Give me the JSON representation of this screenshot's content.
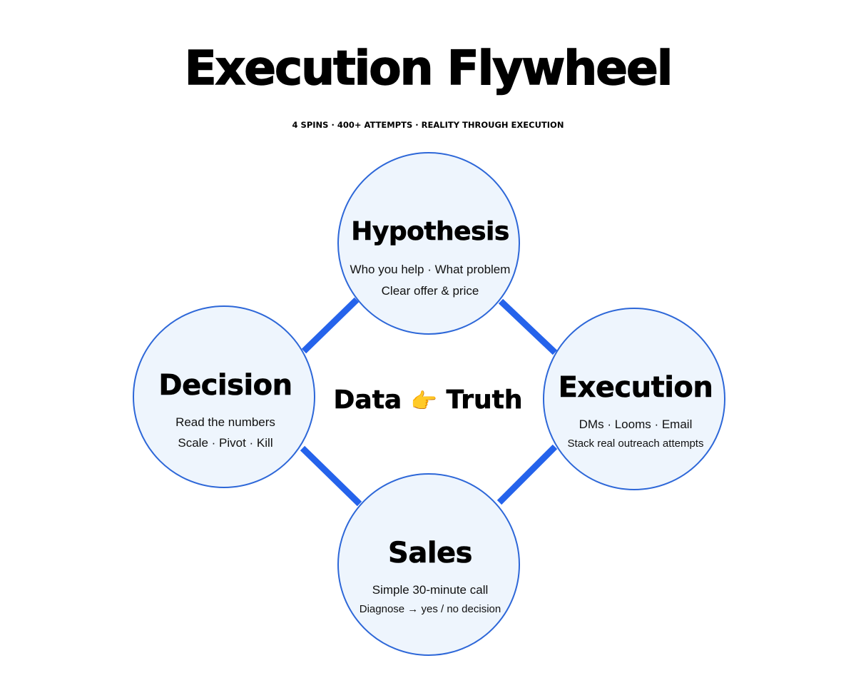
{
  "title": "Execution Flywheel",
  "subtitle": "4 SPINS · 400+ ATTEMPTS · REALITY THROUGH EXECUTION",
  "colors": {
    "node_fill": "#eef5fd",
    "node_border": "#2d67d8",
    "connector": "#2563eb"
  },
  "nodes": {
    "hypothesis": {
      "title": "Hypothesis",
      "line1": "Who you help · What problem",
      "line2": "Clear offer & price"
    },
    "execution": {
      "title": "Execution",
      "line1": "DMs · Looms · Email",
      "line2": "Stack real outreach attempts"
    },
    "sales": {
      "title": "Sales",
      "line1": "Simple 30-minute call",
      "line2": "Diagnose → yes / no decision"
    },
    "decision": {
      "title": "Decision",
      "line1": "Read the numbers",
      "line2": "Scale · Pivot · Kill"
    }
  },
  "center": {
    "left": "Data",
    "emoji": "👉",
    "right": "Truth"
  }
}
